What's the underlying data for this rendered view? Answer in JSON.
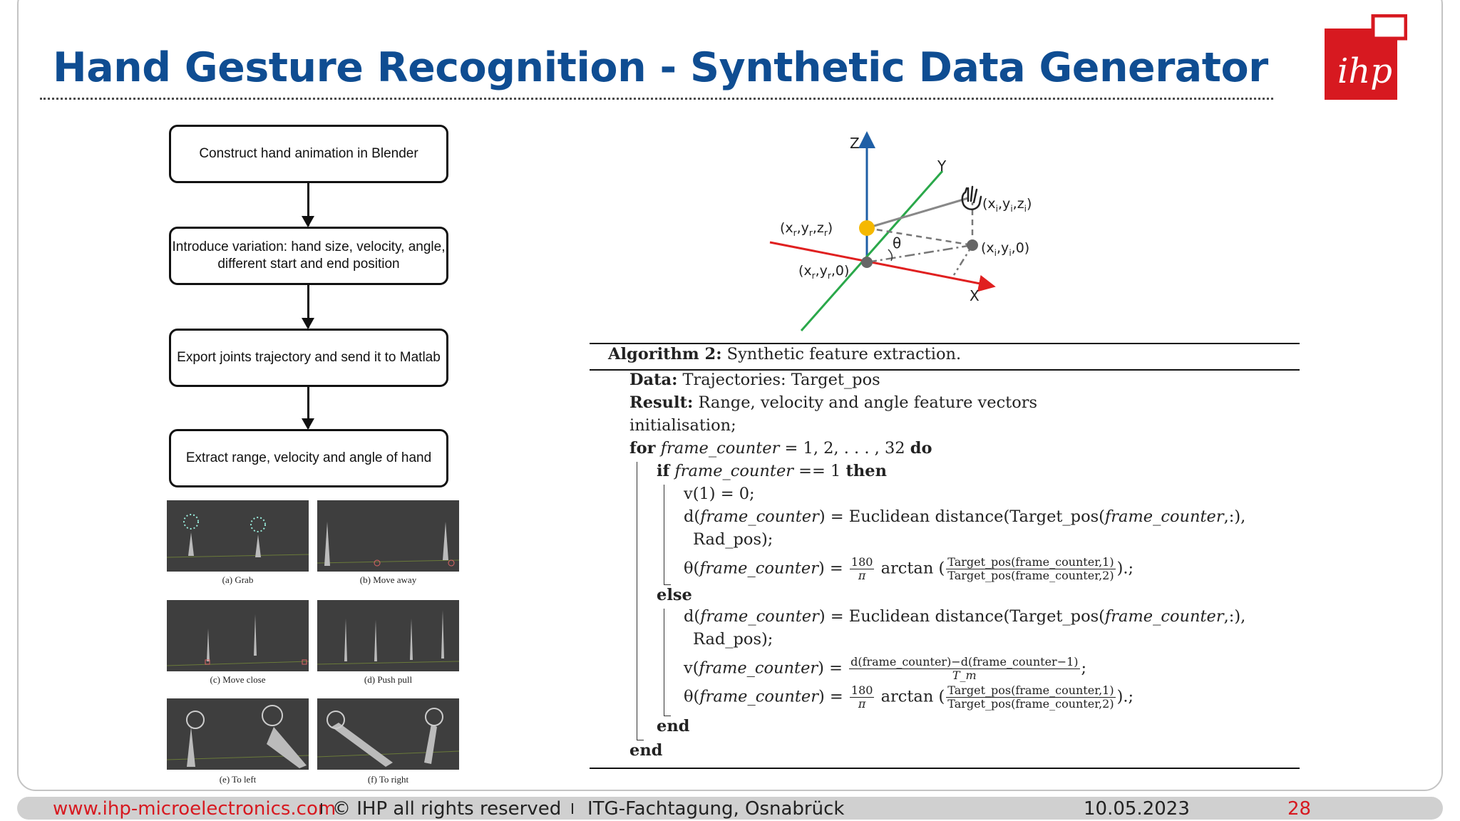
{
  "title": "Hand Gesture Recognition - Synthetic Data Generator",
  "logo": {
    "text": "ihp",
    "color": "#d71920"
  },
  "flowchart": {
    "steps": [
      "Construct hand animation in Blender",
      "Introduce variation: hand size, velocity, angle, different start and end position",
      "Export joints trajectory and send it to Matlab",
      "Extract range, velocity and angle of hand"
    ]
  },
  "gestures": [
    {
      "caption": "(a) Grab"
    },
    {
      "caption": "(b) Move away"
    },
    {
      "caption": "(c) Move close"
    },
    {
      "caption": "(d) Push pull"
    },
    {
      "caption": "(e) To left"
    },
    {
      "caption": "(f) To right"
    }
  ],
  "axes_diagram": {
    "z_label": "Z",
    "y_label": "Y",
    "x_label": "X",
    "radar_label": "(x_r,y_r,z_r)",
    "radar_ground_label": "(x_r,y_r,0)",
    "hand_label": "(x_i,y_i,z_i)",
    "hand_ground_label": "(x_i,y_i,0)",
    "angle_label": "θ",
    "colors": {
      "z_axis": "#1f5fa6",
      "y_axis": "#2aa84a",
      "x_axis": "#e02020",
      "radar": "#f5b800"
    }
  },
  "algorithm": {
    "header_bold": "Algorithm 2:",
    "header_text": " Synthetic feature extraction.",
    "data_bold": "Data:",
    "data_text": " Trajectories: Target_pos",
    "result_bold": "Result:",
    "result_text": " Range, velocity and angle feature vectors",
    "init": "initialisation;",
    "for_kw": "for",
    "for_var": "frame_counter",
    "for_range": " = 1, 2, . . . , 32 ",
    "do_kw": "do",
    "if_kw": "if",
    "if_var": "frame_counter",
    "if_cond": " == 1 ",
    "then_kw": "then",
    "v1": "v(1) = 0;",
    "d_line_pre": "d(",
    "d_var": "frame_counter",
    "d_line_mid": ") = Euclidean distance(Target_pos(",
    "d_line_end": ",:),",
    "rad_pos": "Rad_pos);",
    "theta_pre": "θ(",
    "theta_var": "frame_counter",
    "theta_mid": ") = ",
    "theta_180": "180",
    "theta_pi": "π",
    "arctan": " arctan (",
    "theta_num": "Target_pos(frame_counter,1)",
    "theta_den": "Target_pos(frame_counter,2)",
    "theta_end": ").;",
    "else_kw": "else",
    "v_pre": "v(",
    "v_var": "frame_counter",
    "v_mid": ") = ",
    "v_num": "d(frame_counter)−d(frame_counter−1)",
    "v_den": "T_m",
    "v_end": ";",
    "end_inner": "end",
    "end_outer": "end"
  },
  "footer": {
    "url": "www.ihp-microelectronics.com",
    "sep1": "I",
    "rights": "© IHP all rights reserved",
    "sep2": "I",
    "event": "ITG-Fachtagung, Osnabrück",
    "date": "10.05.2023",
    "page": "28"
  }
}
